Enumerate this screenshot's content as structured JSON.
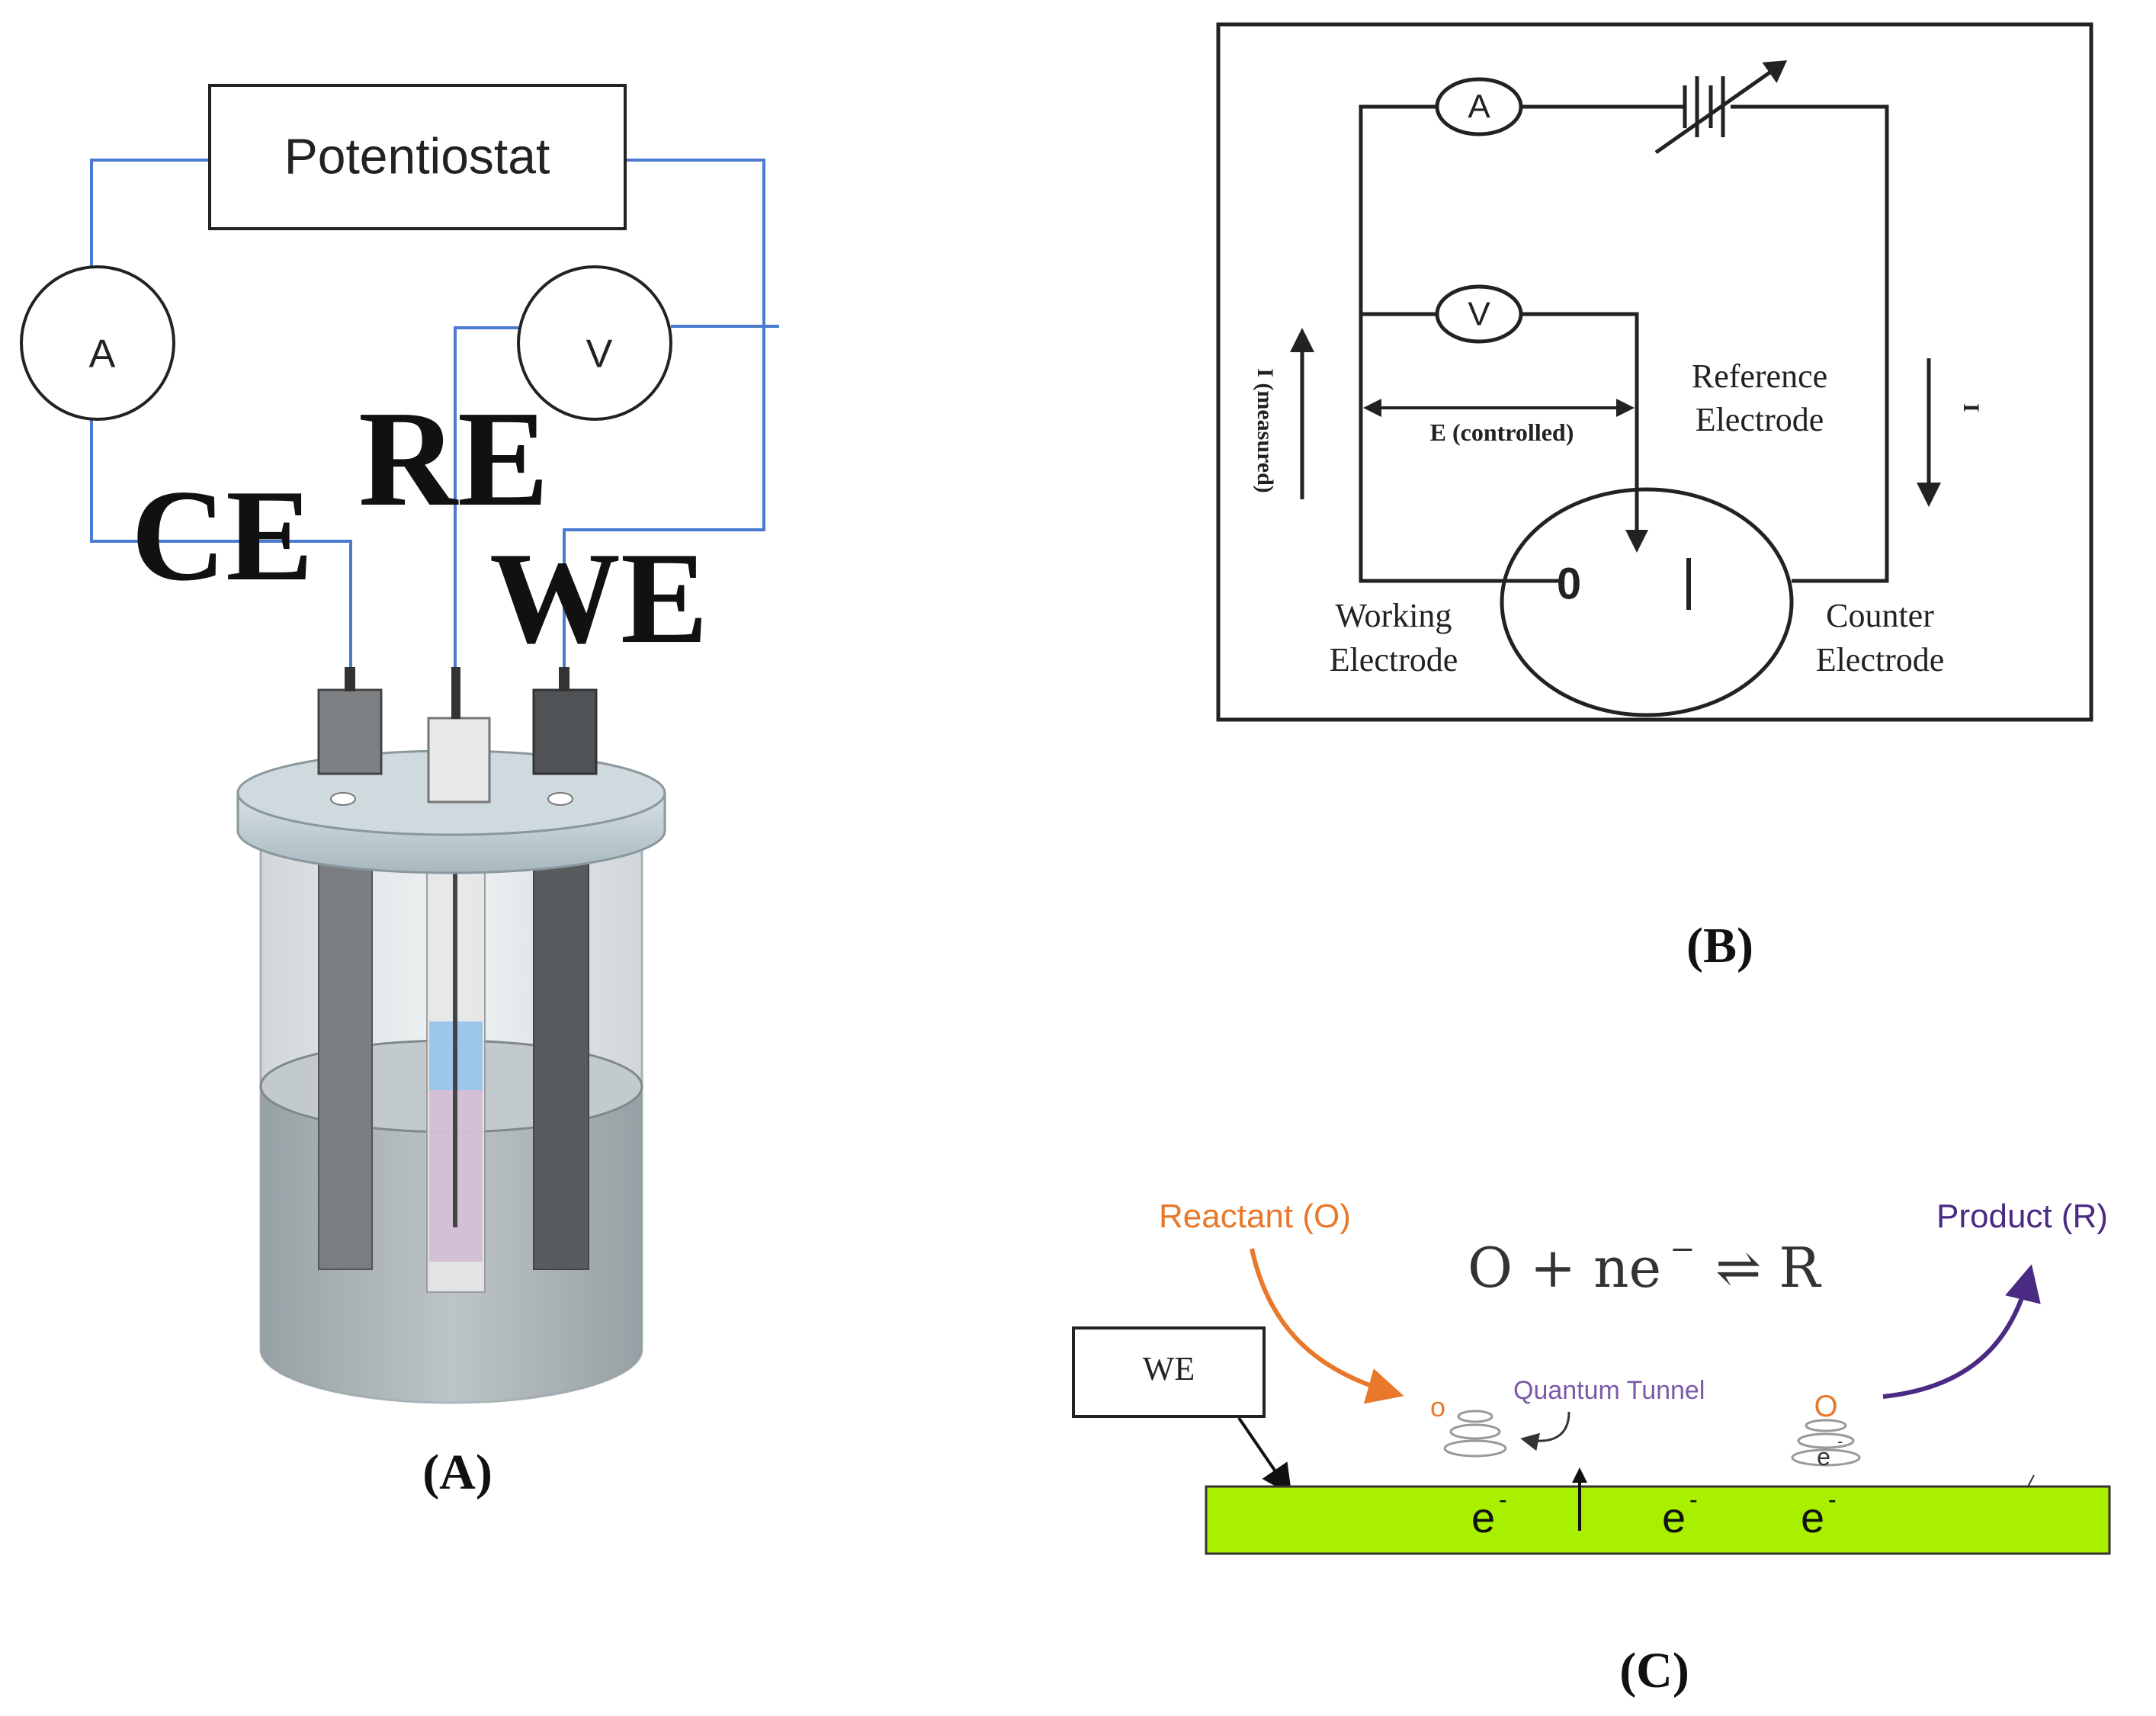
{
  "panel_a": {
    "caption": "(A)",
    "potentiostat_label": "Potentiostat",
    "ammeter_symbol": "A",
    "voltmeter_symbol": "V",
    "electrode_labels": {
      "ce": "CE",
      "re": "RE",
      "we": "WE"
    },
    "colors": {
      "wire": "#4a7bd0",
      "glass": "#d2d8dc",
      "lid": "#b8c6cc",
      "solution": "#9aa3a7",
      "reference_fill": "#8fc8ee"
    }
  },
  "panel_b": {
    "caption": "(B)",
    "ammeter_symbol": "A",
    "voltmeter_symbol": "V",
    "reference_label_line1": "Reference",
    "reference_label_line2": "Electrode",
    "working_label_line1": "Working",
    "working_label_line2": "Electrode",
    "counter_label_line1": "Counter",
    "counter_label_line2": "Electrode",
    "potential_label": "E (controlled)",
    "current_measured_label": "I (measured)",
    "current_label": "I",
    "working_terminal_symbol": "0"
  },
  "panel_c": {
    "caption": "(C)",
    "we_box_label": "WE",
    "reactant_label": "Reactant (O)",
    "product_label": "Product (R)",
    "equation_lhs": "O + ne",
    "equation_superscript": "−",
    "equation_rhs": "⇌ R",
    "tunnel_label": "Quantum Tunnel",
    "reactant_species": "o",
    "product_species": "O",
    "electron_symbol": "e",
    "electron_charge": "-",
    "electrons_on_surface": [
      "e",
      "e",
      "e"
    ],
    "colors": {
      "electrode": "#a8f000",
      "reactant": "#e8792b",
      "product": "#4a2a82",
      "tunnel": "#7a5aa8"
    }
  }
}
